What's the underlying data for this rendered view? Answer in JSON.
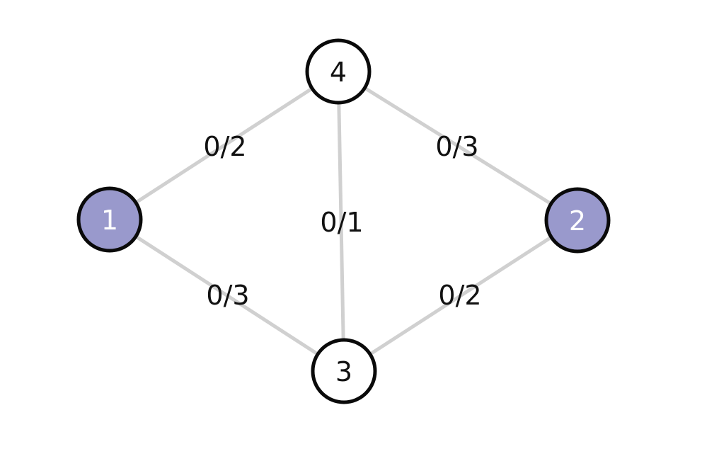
{
  "graph": {
    "nodes": [
      {
        "id": "1",
        "label": "1",
        "highlighted": true
      },
      {
        "id": "2",
        "label": "2",
        "highlighted": true
      },
      {
        "id": "3",
        "label": "3",
        "highlighted": false
      },
      {
        "id": "4",
        "label": "4",
        "highlighted": false
      }
    ],
    "edges": [
      {
        "from": "1",
        "to": "4",
        "label": "0/2"
      },
      {
        "from": "4",
        "to": "2",
        "label": "0/3"
      },
      {
        "from": "4",
        "to": "3",
        "label": "0/1"
      },
      {
        "from": "1",
        "to": "3",
        "label": "0/3"
      },
      {
        "from": "3",
        "to": "2",
        "label": "0/2"
      }
    ]
  },
  "colors": {
    "highlight_fill": "#9999cc",
    "default_fill": "#ffffff",
    "edge_stroke": "#d0d0d0",
    "node_stroke": "#0a0a0a",
    "highlight_text": "#ffffff",
    "default_text": "#111111"
  }
}
